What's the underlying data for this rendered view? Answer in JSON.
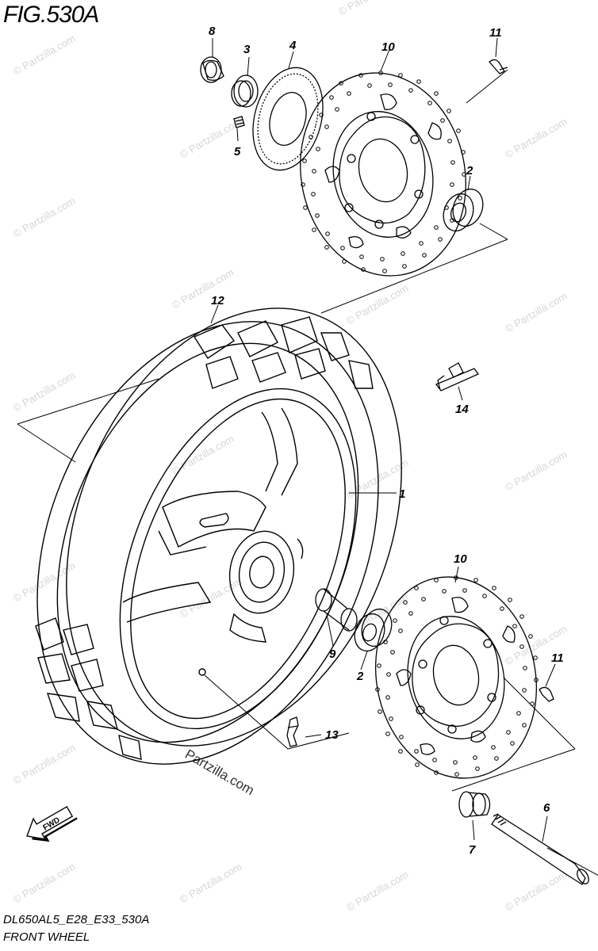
{
  "figure": {
    "title": "FIG.530A",
    "code": "DL650AL5_E28_E33_530A",
    "name": "FRONT WHEEL"
  },
  "callouts": [
    "1",
    "2",
    "2",
    "3",
    "4",
    "5",
    "6",
    "7",
    "8",
    "9",
    "10",
    "10",
    "11",
    "11",
    "12",
    "13",
    "14"
  ],
  "watermark": {
    "text": "© Partzilla.com",
    "big": "Partzilla.com"
  },
  "fwd_label": "FWD",
  "colors": {
    "line": "#000000",
    "watermark": "#d6d6d6",
    "background": "#ffffff"
  }
}
